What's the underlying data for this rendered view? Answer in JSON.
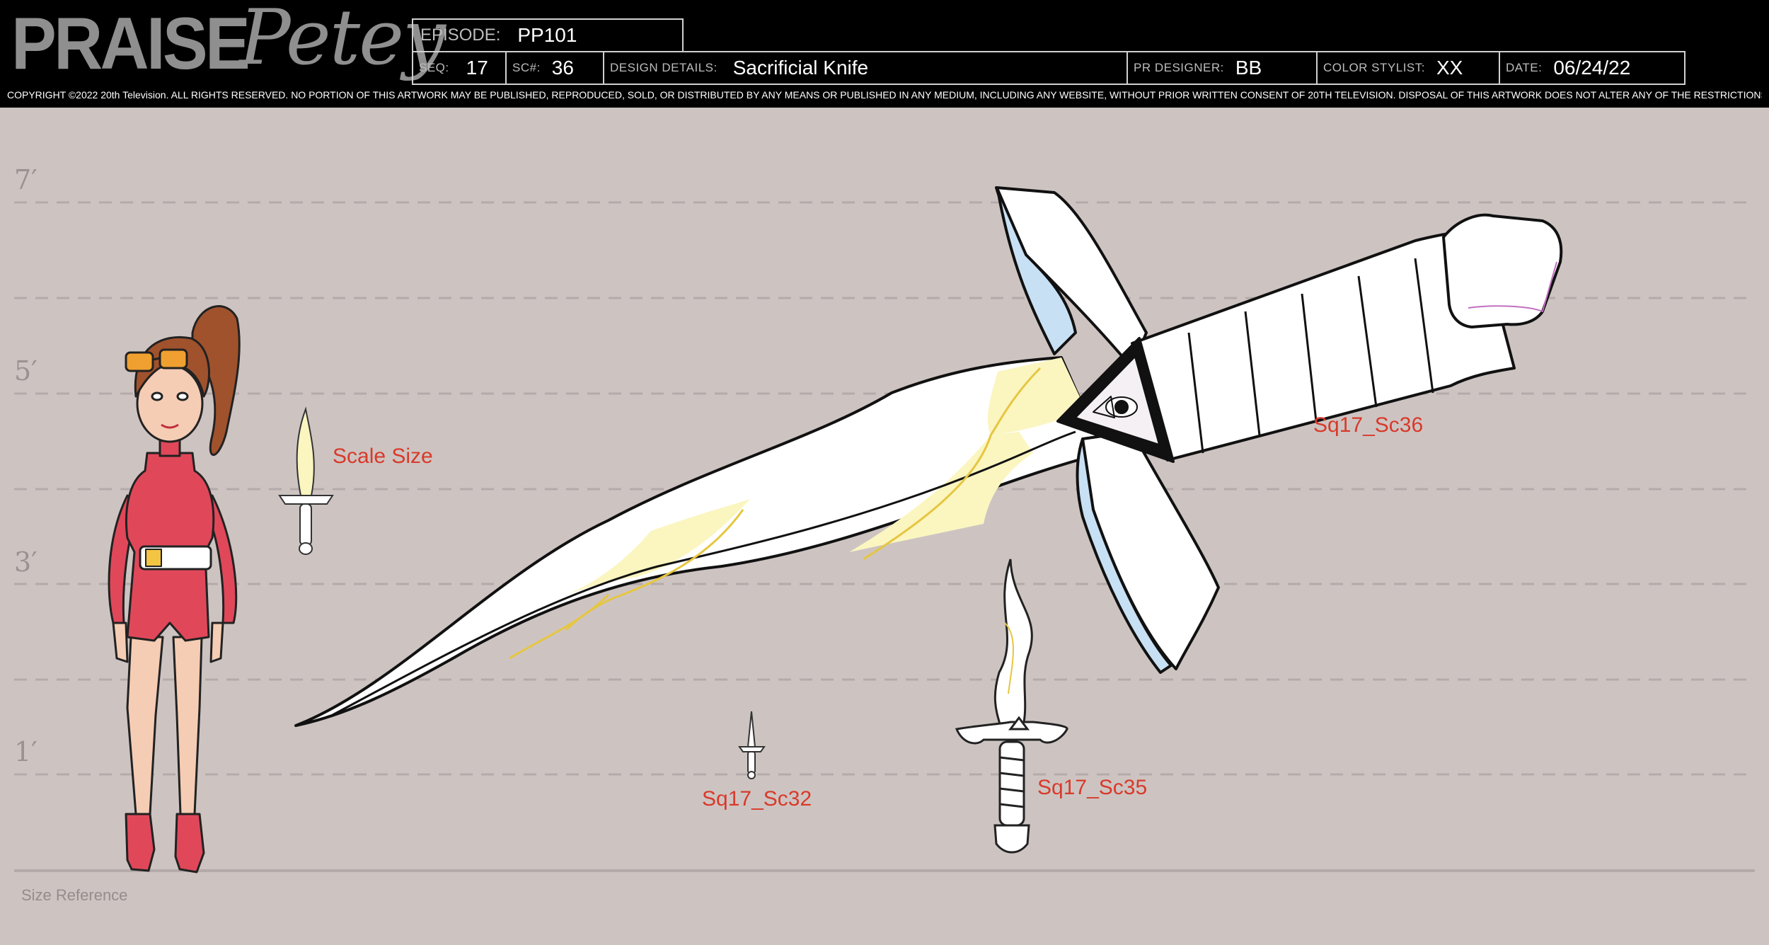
{
  "header": {
    "logo_part1": "PRAISE",
    "logo_part2": "Petey",
    "episode_label": "EPISODE:",
    "episode_value": "PP101",
    "seq_label": "SEQ:",
    "seq_value": "17",
    "sc_label": "SC#:",
    "sc_value": "36",
    "design_label": "DESIGN DETAILS:",
    "design_value": "Sacrificial Knife",
    "designer_label": "PR DESIGNER:",
    "designer_value": "BB",
    "stylist_label": "COLOR STYLIST:",
    "stylist_value": "XX",
    "date_label": "DATE:",
    "date_value": "06/24/22",
    "copyright": "COPYRIGHT ©2022 20th Television. ALL RIGHTS RESERVED. NO PORTION OF THIS ARTWORK MAY BE PUBLISHED, REPRODUCED, SOLD, OR DISTRIBUTED BY ANY MEANS OR PUBLISHED IN ANY MEDIUM, INCLUDING ANY WEBSITE, WITHOUT PRIOR WRITTEN CONSENT OF 20TH TELEVISION. DISPOSAL OF THIS ARTWORK DOES NOT ALTER ANY OF THE RESTRICTIONS SET FORTH ABOVE."
  },
  "ruler": {
    "labels": [
      "7′",
      "5′",
      "3′",
      "1′"
    ]
  },
  "annotations": {
    "scale_size": "Scale Size",
    "sc32": "Sq17_Sc32",
    "sc35": "Sq17_Sc35",
    "sc36": "Sq17_Sc36",
    "size_reference": "Size Reference"
  },
  "colors": {
    "background": "#cdc4c2",
    "header": "#000000",
    "annotation_red": "#d83a2a",
    "blade_white": "#ffffff",
    "blade_yellow": "#fbf5c0",
    "guard_blue": "#c8e0f4",
    "outfit_red": "#e0485a"
  }
}
